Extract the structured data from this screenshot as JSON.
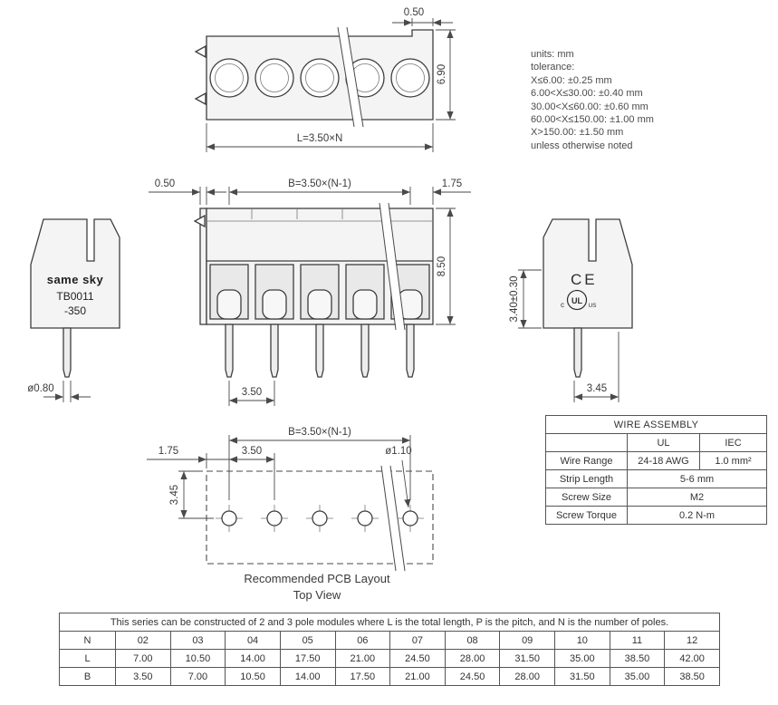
{
  "top_view": {
    "dim_step": "0.50",
    "dim_height": "6.90",
    "dim_length": "L=3.50×N"
  },
  "front_view": {
    "dim_left": "0.50",
    "dim_span": "B=3.50×(N-1)",
    "dim_right": "1.75",
    "dim_height": "8.50",
    "dim_pitch": "3.50"
  },
  "left_side_view": {
    "brand": "same sky",
    "part_number": "TB0011",
    "part_suffix": "-350",
    "dim_pin_diameter": "ø0.80"
  },
  "right_side_view": {
    "ce_mark": "CE",
    "ul_mark_c": "c",
    "ul_mark": "UL",
    "ul_mark_us": "US",
    "dim_height": "3.40±0.30",
    "dim_pin_offset": "3.45"
  },
  "pcb_layout": {
    "dim_edge": "1.75",
    "dim_pitch": "3.50",
    "dim_span": "B=3.50×(N-1)",
    "dim_hole_diameter": "ø1.10",
    "dim_row_offset": "3.45",
    "caption_line1": "Recommended PCB Layout",
    "caption_line2": "Top View"
  },
  "tolerance_notes": [
    "units: mm",
    "tolerance:",
    "X≤6.00: ±0.25 mm",
    "6.00<X≤30.00: ±0.40 mm",
    "30.00<X≤60.00: ±0.60 mm",
    "60.00<X≤150.00: ±1.00 mm",
    "X>150.00: ±1.50 mm",
    "unless otherwise noted"
  ],
  "wire_assembly": {
    "title": "WIRE ASSEMBLY",
    "col_ul": "UL",
    "col_iec": "IEC",
    "wire_range": {
      "label": "Wire Range",
      "ul": "24-18 AWG",
      "iec": "1.0 mm²"
    },
    "strip_length": {
      "label": "Strip Length",
      "value": "5-6 mm"
    },
    "screw_size": {
      "label": "Screw Size",
      "value": "M2"
    },
    "screw_torque": {
      "label": "Screw Torque",
      "value": "0.2 N-m"
    }
  },
  "series_table": {
    "note": "This series can be constructed of 2 and 3 pole modules where L is the total length, P is the pitch, and N is the number of poles.",
    "row_n": [
      "N",
      "02",
      "03",
      "04",
      "05",
      "06",
      "07",
      "08",
      "09",
      "10",
      "11",
      "12"
    ],
    "row_l": [
      "L",
      "7.00",
      "10.50",
      "14.00",
      "17.50",
      "21.00",
      "24.50",
      "28.00",
      "31.50",
      "35.00",
      "38.50",
      "42.00"
    ],
    "row_b": [
      "B",
      "3.50",
      "7.00",
      "10.50",
      "14.00",
      "17.50",
      "21.00",
      "24.50",
      "28.00",
      "31.50",
      "35.00",
      "38.50"
    ]
  }
}
